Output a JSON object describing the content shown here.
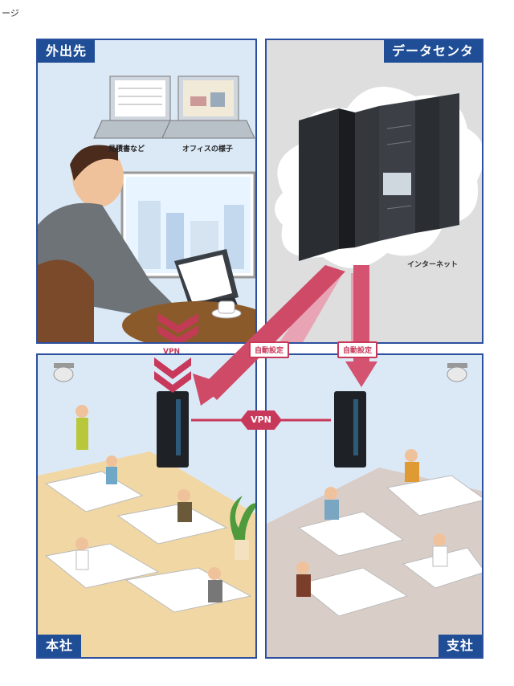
{
  "header_fragment": "ージ",
  "panels": {
    "remote": {
      "label": "外出先",
      "caption_estimate": "見積書など",
      "caption_office": "オフィスの様子"
    },
    "datacenter": {
      "label": "データセンタ",
      "internet": "インターネット"
    },
    "headquarters": {
      "label": "本社"
    },
    "branch": {
      "label": "支社"
    }
  },
  "tags": {
    "auto_left": "自動設定",
    "auto_right": "自動設定"
  },
  "vpn": {
    "down_label": "VPN",
    "link_label": "VPN"
  },
  "colors": {
    "panel_border": "#2c4f9e",
    "tab_bg": "#1f4e96",
    "vpn": "#c8385a",
    "sky": "#dbe9f7",
    "dc_bg": "#dedede"
  }
}
